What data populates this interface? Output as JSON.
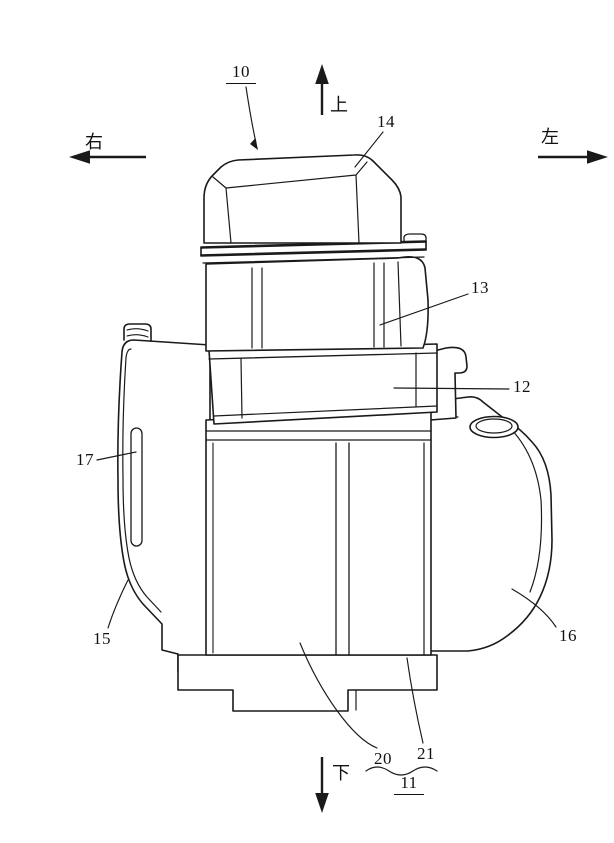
{
  "figure": {
    "background": "#ffffff",
    "line_color": "#1a1a1a",
    "orientation": {
      "up": "上",
      "down": "下",
      "left_arrow_label": "右",
      "right_arrow_label": "左"
    },
    "reference_labels": {
      "n10": "10",
      "n11": "11",
      "n12": "12",
      "n13": "13",
      "n14": "14",
      "n15": "15",
      "n16": "16",
      "n17": "17",
      "n20": "20",
      "n21": "21"
    }
  }
}
